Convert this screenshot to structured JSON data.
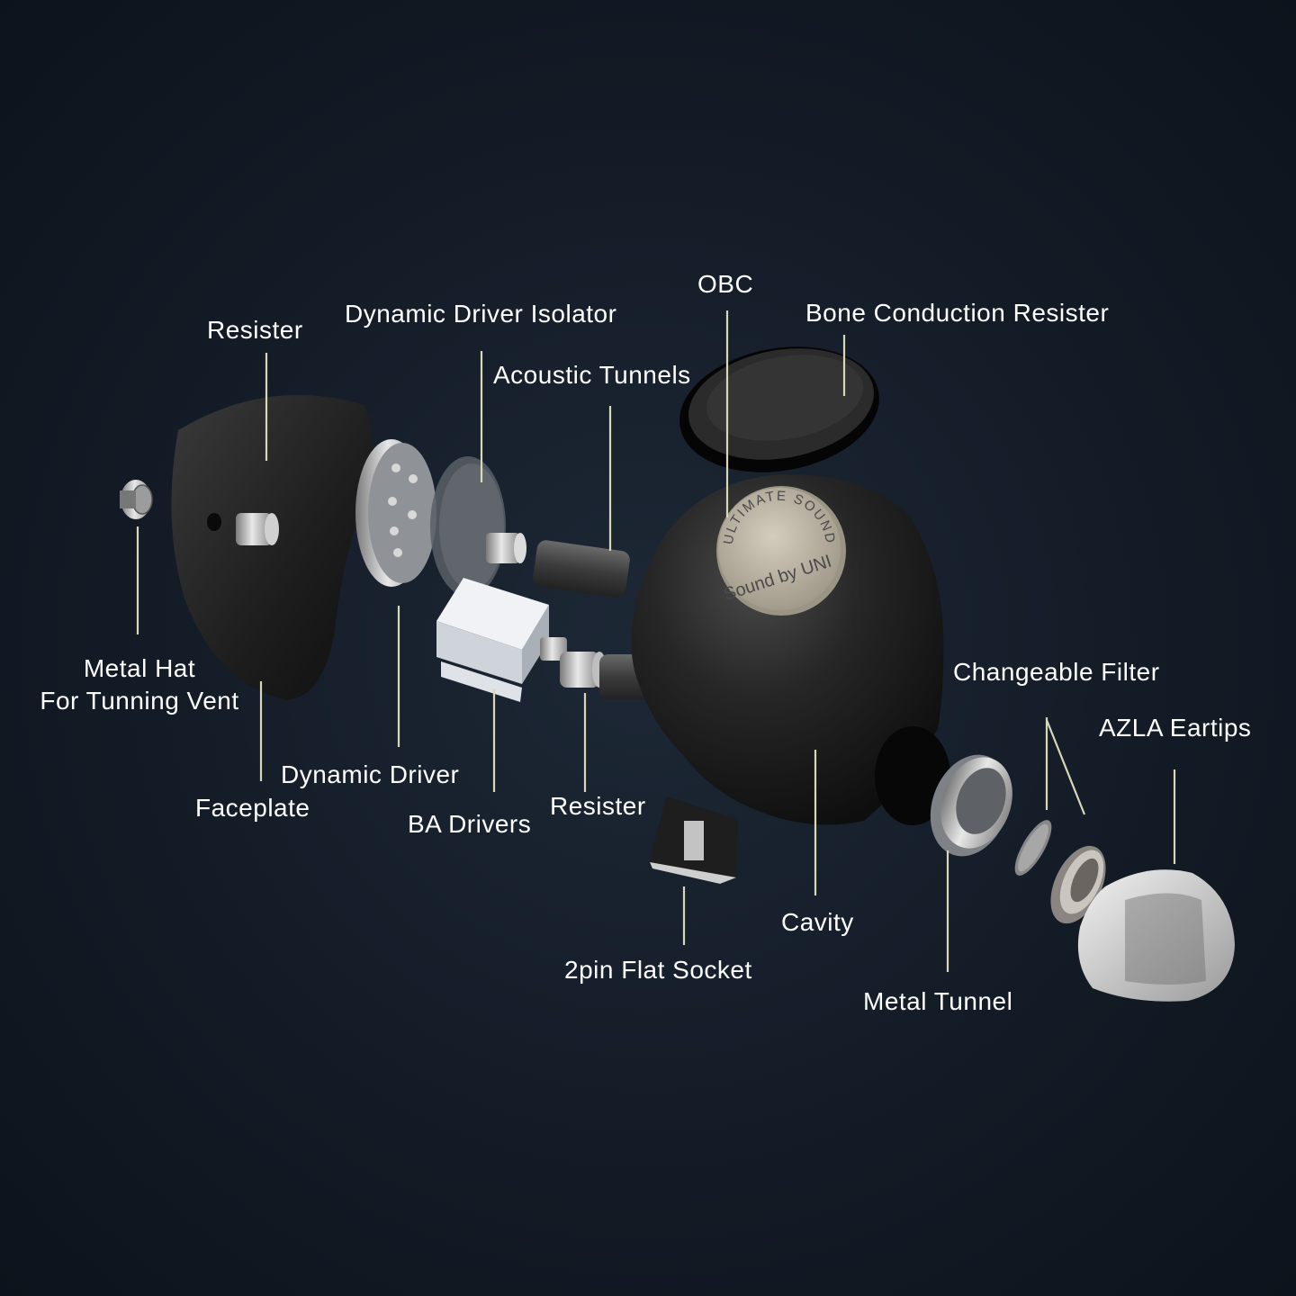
{
  "colors": {
    "background": "#131b26",
    "leader_line": "#d8d8b8",
    "shell": "#1c1c1c",
    "metal": "#c8c8c8",
    "badge": "#b8b0a0"
  },
  "badge": {
    "ring_text": "ULTIMATE SOUND",
    "inner_text": "Sound by UNI"
  },
  "labels": {
    "resister_top": "Resister",
    "dynamic_driver_isolator": "Dynamic Driver Isolator",
    "obc": "OBC",
    "bone_conduction_resister": "Bone Conduction Resister",
    "acoustic_tunnels": "Acoustic Tunnels",
    "metal_hat_line1": "Metal Hat",
    "metal_hat_line2": "For Tunning Vent",
    "dynamic_driver": "Dynamic Driver",
    "faceplate": "Faceplate",
    "ba_drivers": "BA Drivers",
    "resister_bottom": "Resister",
    "two_pin_flat_socket": "2pin Flat Socket",
    "cavity": "Cavity",
    "changeable_filter": "Changeable Filter",
    "azla_eartips": "AZLA Eartips",
    "metal_tunnel": "Metal Tunnel"
  }
}
